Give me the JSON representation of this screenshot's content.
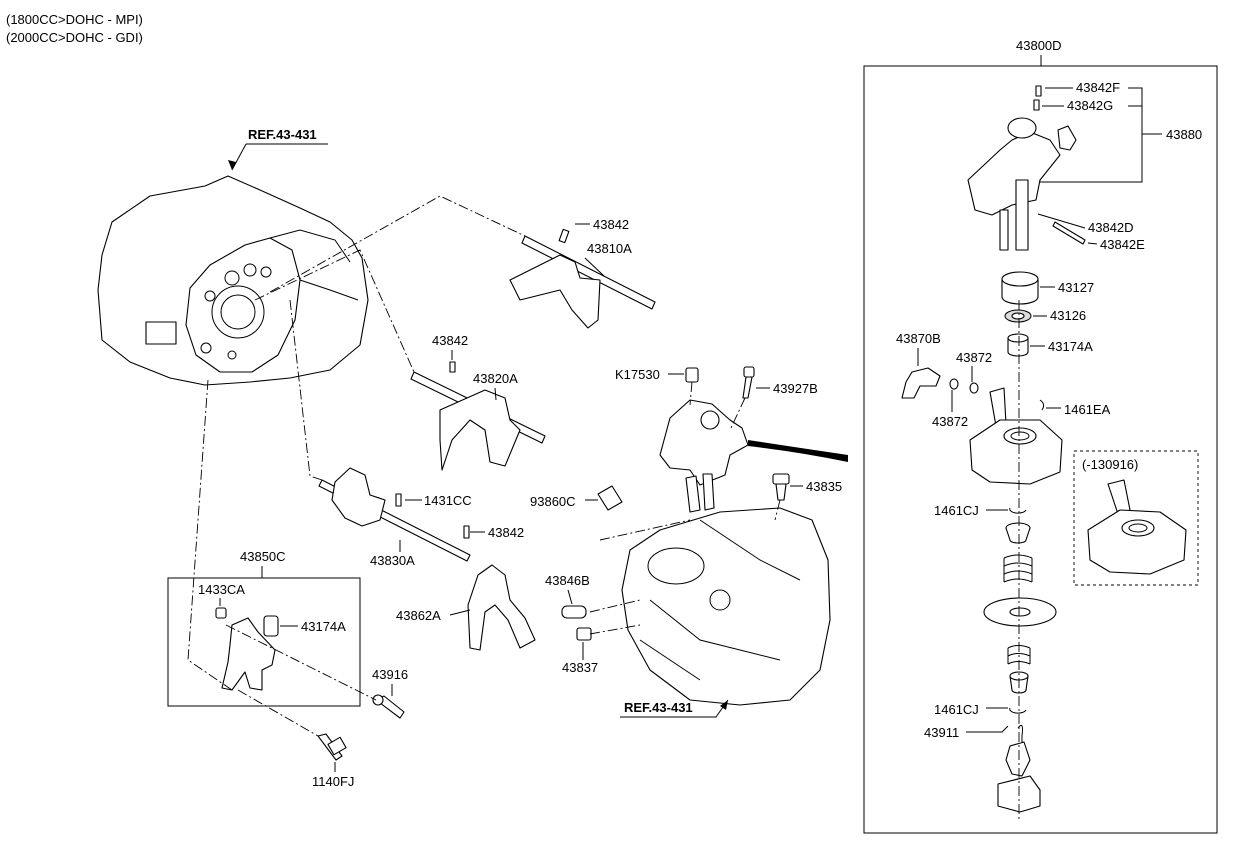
{
  "header": {
    "line1": "(1800CC>DOHC - MPI)",
    "line2": "(2000CC>DOHC - GDI)"
  },
  "refs": {
    "top": "REF.43-431",
    "bottom": "REF.43-431"
  },
  "labels": {
    "p43842_a": "43842",
    "p43810A": "43810A",
    "p43842_b": "43842",
    "p43820A": "43820A",
    "p1431CC": "1431CC",
    "p43842_c": "43842",
    "p43830A": "43830A",
    "p43862A": "43862A",
    "p43850C": "43850C",
    "p1433CA": "1433CA",
    "p43174A_left": "43174A",
    "p43916": "43916",
    "p1140FJ": "1140FJ",
    "pK17530": "K17530",
    "p43927B": "43927B",
    "p93860C": "93860C",
    "p43835": "43835",
    "p43846B": "43846B",
    "p43837": "43837",
    "p43800D": "43800D",
    "p43842F": "43842F",
    "p43842G": "43842G",
    "p43880": "43880",
    "p43842D": "43842D",
    "p43842E": "43842E",
    "p43127": "43127",
    "p43126": "43126",
    "p43870B": "43870B",
    "p43872_a": "43872",
    "p43174A_right": "43174A",
    "p43872_b": "43872",
    "p1461EA": "1461EA",
    "p1461CJ_a": "1461CJ",
    "p130916": "(-130916)",
    "p1461CJ_b": "1461CJ",
    "p43911": "43911"
  }
}
